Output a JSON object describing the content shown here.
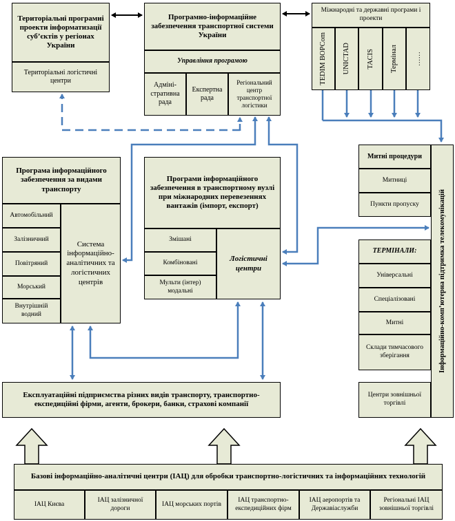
{
  "territorial": {
    "title": "Територіальні програмні проекти інформатизації суб’єктів у регіонах України",
    "sub": "Територіальні логістичні центри"
  },
  "national": {
    "title": "Програмно-інформаційне забезпечення транспортної системи України",
    "management": "Управління програмою",
    "cells": [
      "Адміні-стративна рада",
      "Експертна рада",
      "Регіональний центр транспортної логістики"
    ]
  },
  "international": {
    "title": "Міжнародні та державні програми і проекти",
    "items": [
      "TEDIM BOPCom",
      "UNICTAD",
      "TACIS",
      "Термінал",
      "……"
    ]
  },
  "transport_program": {
    "title": "Програма інформаційного забезпечення за видами транспорту",
    "modes": [
      "Автомобільний",
      "Залізничний",
      "Повітряний",
      "Морський",
      "Внутрішній водний"
    ],
    "system": "Система інформаційно-аналітичних та логістичних центрів"
  },
  "hub_program": {
    "title": "Програми інформаційного забезпечення в транспортному вузлі при міжнародних перевезеннях вантажів (імпорт, експорт)",
    "types": [
      "Змішані",
      "Комбіновані",
      "Мульти (інтер) модальні"
    ],
    "centers": "Логістичні центри"
  },
  "customs": {
    "title": "Митні процедури",
    "items": [
      "Митниці",
      "Пункти пропуску"
    ]
  },
  "terminals": {
    "title": "ТЕРМІНАЛИ:",
    "items": [
      "Універсальні",
      "Спеціалізовані",
      "Митні",
      "Склади тимчасового зберігання"
    ]
  },
  "foreign_trade": "Центри зовнішньої торгівлі",
  "telecom": "Інформаційно-комп’ютерна підтримка телекомунікацій",
  "operating": "Експлуатаційні підприємства різних видів транспорту, транспортно-експедиційні фірми, агенти, брокери, банки, страхові компанії",
  "base": {
    "title": "Базові інформаційно-аналітичні центри (ІАЦ) для обробки транспортно-логістичних та інформаційних технологій",
    "items": [
      "ІАЦ Києва",
      "ІАЦ залізничної дороги",
      "ІАЦ морських портів",
      "ІАЦ транспортно-експедиційних фірм",
      "ІАЦ аеропортів та Державіаслужби",
      "Регіональні ІАЦ зовнішньої торгівлі"
    ]
  },
  "colors": {
    "box_fill": "#e7ead6",
    "arrow_blue": "#4a7ebb",
    "border": "#000000"
  }
}
